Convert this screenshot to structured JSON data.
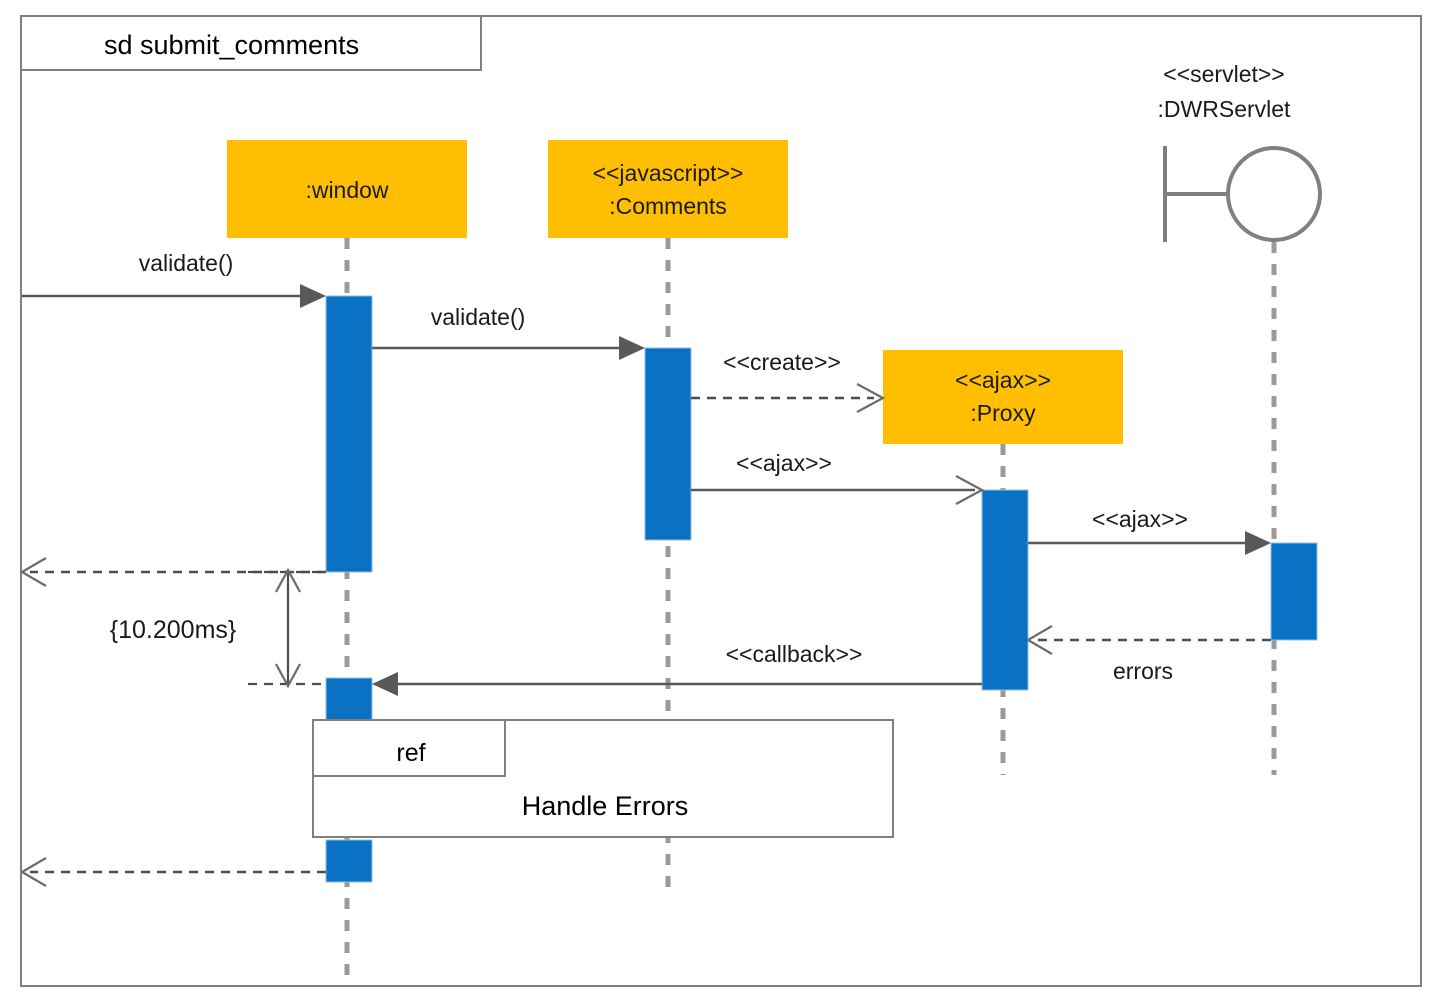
{
  "diagram": {
    "kind": "uml-sequence-diagram",
    "frame_label": "sd submit_comments",
    "background_color": "#ffffff",
    "frame_border_color": "#808080",
    "lifeline_color": "#9a9a9a",
    "activation_color": "#0a72c4",
    "participant_box_color": "#ffbf00",
    "message_color": "#595959"
  },
  "participants": [
    {
      "id": "window",
      "name": ":window",
      "stereotype": "",
      "shape": "box"
    },
    {
      "id": "comments",
      "name": ":Comments",
      "stereotype": "<<javascript>>",
      "shape": "box"
    },
    {
      "id": "proxy",
      "name": ":Proxy",
      "stereotype": "<<ajax>>",
      "shape": "box"
    },
    {
      "id": "dwrservlet",
      "name": ":DWRServlet",
      "stereotype": "<<servlet>>",
      "shape": "interface-lollipop"
    }
  ],
  "messages": [
    {
      "id": "m1",
      "label": "validate()",
      "from": "boundary",
      "to": "window",
      "line": "solid",
      "arrow": "filled",
      "direction": "right"
    },
    {
      "id": "m2",
      "label": "validate()",
      "from": "window",
      "to": "comments",
      "line": "solid",
      "arrow": "filled",
      "direction": "right"
    },
    {
      "id": "m3",
      "label": "<<create>>",
      "from": "comments",
      "to": "proxy",
      "line": "dashed",
      "arrow": "open",
      "direction": "right"
    },
    {
      "id": "m4",
      "label": "<<ajax>>",
      "from": "comments",
      "to": "proxy",
      "line": "solid",
      "arrow": "open",
      "direction": "right"
    },
    {
      "id": "m5",
      "label": "<<ajax>>",
      "from": "proxy",
      "to": "dwrservlet",
      "line": "solid",
      "arrow": "filled",
      "direction": "right"
    },
    {
      "id": "m6",
      "label": "errors",
      "from": "dwrservlet",
      "to": "proxy",
      "line": "dashed",
      "arrow": "open",
      "direction": "left"
    },
    {
      "id": "m7",
      "label": "<<callback>>",
      "from": "proxy",
      "to": "window",
      "line": "solid",
      "arrow": "filled",
      "direction": "left"
    },
    {
      "id": "m8",
      "label": "",
      "from": "window",
      "to": "boundary",
      "line": "dashed",
      "arrow": "open",
      "direction": "left"
    },
    {
      "id": "m9",
      "label": "",
      "from": "window",
      "to": "boundary",
      "line": "dashed",
      "arrow": "open",
      "direction": "left"
    }
  ],
  "constraints": [
    {
      "id": "duration1",
      "label": "{10.200ms}",
      "type": "duration-constraint"
    }
  ],
  "fragments": [
    {
      "id": "ref1",
      "operator": "ref",
      "body": "Handle Errors"
    }
  ]
}
